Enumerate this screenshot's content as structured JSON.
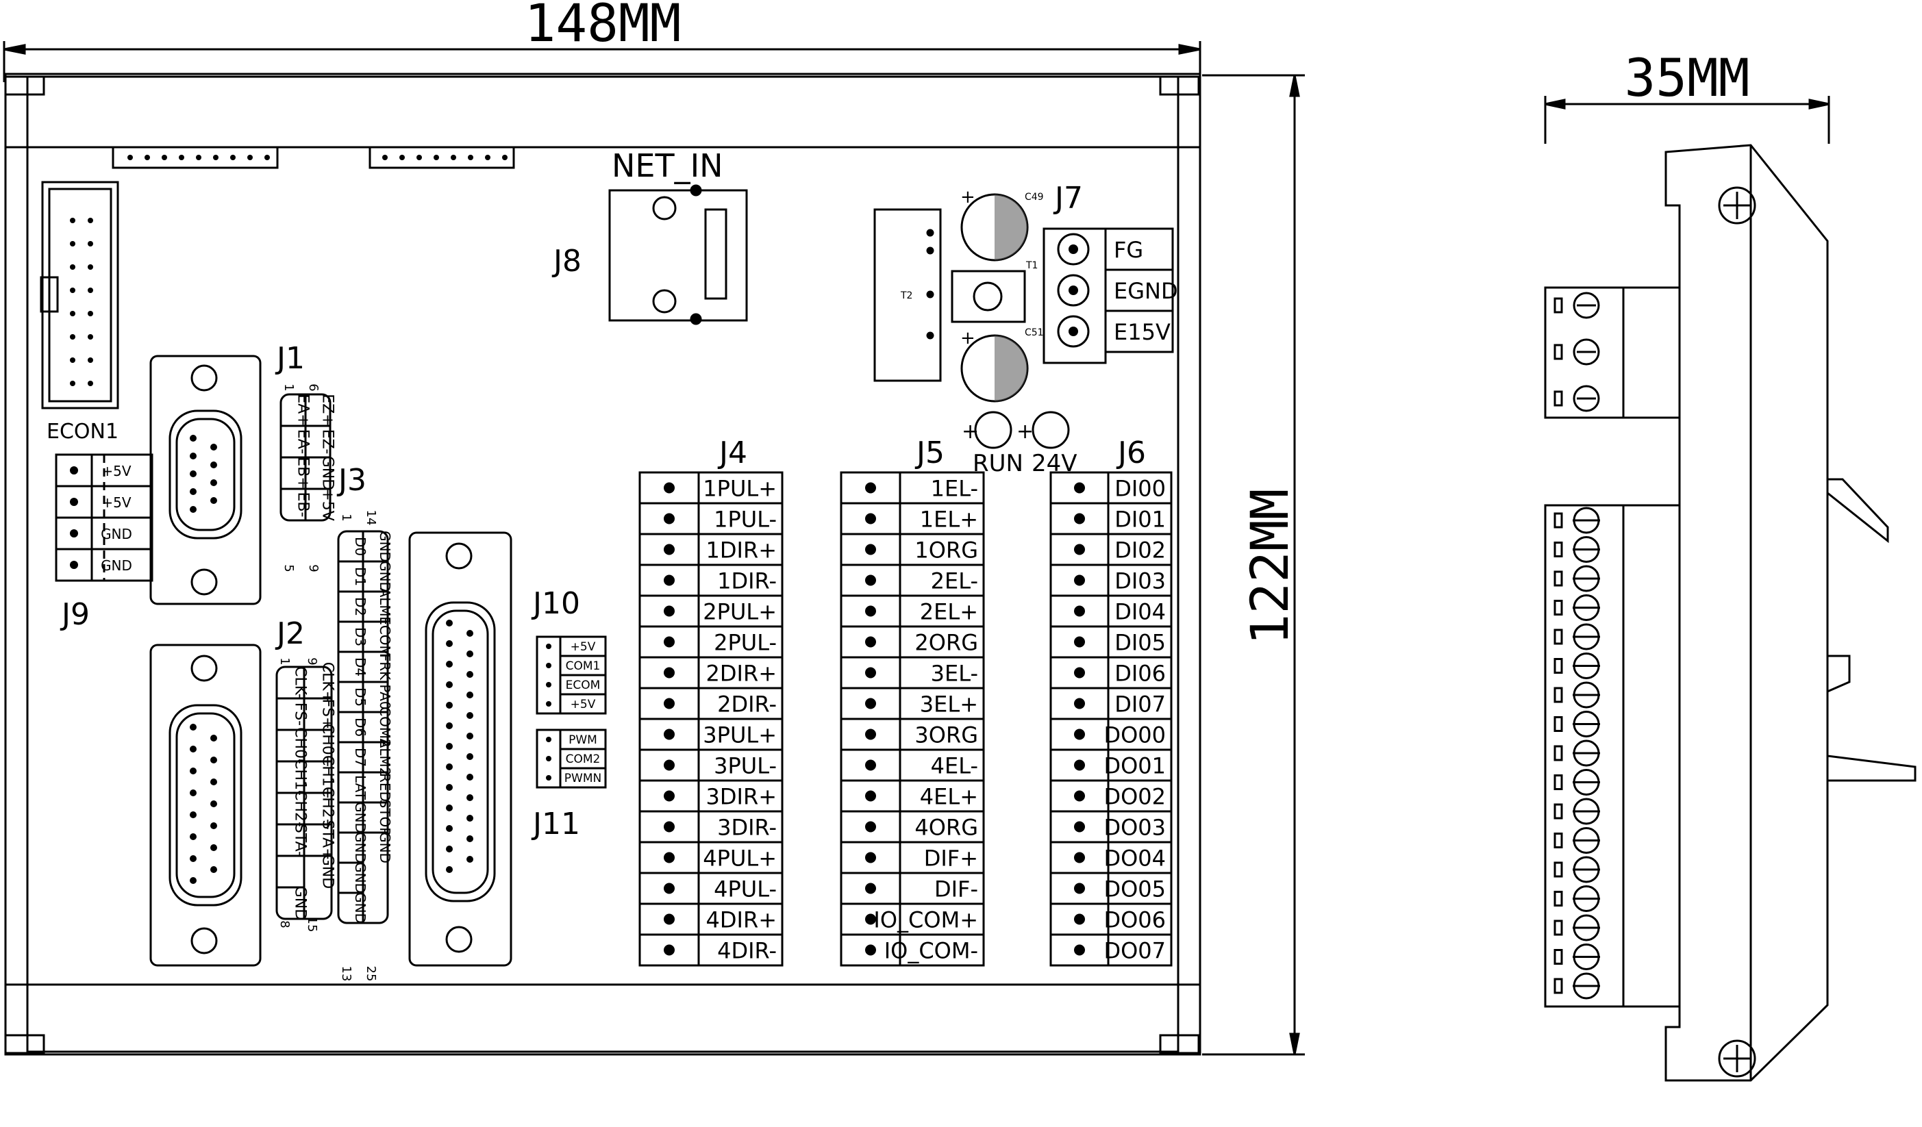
{
  "dimensions": {
    "width": "148MM",
    "height": "122MM",
    "depth": "35MM"
  },
  "headers": [
    {
      "id": "ECON1",
      "label": "ECON1"
    },
    {
      "id": "J8",
      "label": "J8",
      "sublabel": "NET_IN"
    }
  ],
  "j9": {
    "label": "J9",
    "pins": [
      "+5V",
      "+5V",
      "GND",
      "GND"
    ]
  },
  "j1": {
    "label": "J1",
    "top_numbers": [
      "1",
      "6"
    ],
    "bottom_numbers": [
      "5",
      "9"
    ],
    "columns": [
      [
        "EA+",
        "EA-",
        "EB+",
        "EB-"
      ],
      [
        "EZ+",
        "EZ-",
        "GND",
        "+5V"
      ]
    ]
  },
  "j2": {
    "label": "J2",
    "top_numbers": [
      "1",
      "9"
    ],
    "bottom_numbers": [
      "8",
      "15"
    ],
    "columns": [
      [
        "CLK-",
        "FS-",
        "CH0-",
        "CH1-",
        "CH2-",
        "STA-",
        "",
        "GND"
      ],
      [
        "CLK+",
        "FS+",
        "CH0+",
        "CH1+",
        "CH2+",
        "STA+",
        "GND"
      ]
    ]
  },
  "j3": {
    "label": "J3",
    "top_numbers": [
      "1",
      "14"
    ],
    "bottom_numbers": [
      "13",
      "25"
    ],
    "columns": [
      [
        "D0",
        "D1",
        "D2",
        "D3",
        "D4",
        "D5",
        "D6",
        "D7",
        "LAT",
        "GND",
        "GND",
        "GND",
        "GND"
      ],
      [
        "GND",
        "GND",
        "ALM1",
        "ECOM",
        "FRK",
        "PA0",
        "COM2",
        "ALM2",
        "RED",
        "STOP",
        "GND"
      ]
    ]
  },
  "j10": {
    "label": "J10",
    "pins": [
      "+5V",
      "COM1",
      "ECOM",
      "+5V"
    ]
  },
  "j11": {
    "label": "J11",
    "pins": [
      "PWM",
      "COM2",
      "PWMN"
    ]
  },
  "j7": {
    "label": "J7",
    "pins": [
      "FG",
      "EGND",
      "E15V"
    ],
    "parts": [
      "C49",
      "C51",
      "T1",
      "T2"
    ]
  },
  "leds": [
    "RUN",
    "24V"
  ],
  "j4": {
    "label": "J4",
    "pins": [
      "1PUL+",
      "1PUL-",
      "1DIR+",
      "1DIR-",
      "2PUL+",
      "2PUL-",
      "2DIR+",
      "2DIR-",
      "3PUL+",
      "3PUL-",
      "3DIR+",
      "3DIR-",
      "4PUL+",
      "4PUL-",
      "4DIR+",
      "4DIR-"
    ]
  },
  "j5": {
    "label": "J5",
    "pins": [
      "1EL-",
      "1EL+",
      "1ORG",
      "2EL-",
      "2EL+",
      "2ORG",
      "3EL-",
      "3EL+",
      "3ORG",
      "4EL-",
      "4EL+",
      "4ORG",
      "DIF+",
      "DIF-",
      "IO_COM+",
      "IO_COM-"
    ]
  },
  "j6": {
    "label": "J6",
    "pins": [
      "DI00",
      "DI01",
      "DI02",
      "DI03",
      "DI04",
      "DI05",
      "DI06",
      "DI07",
      "DO00",
      "DO01",
      "DO02",
      "DO03",
      "DO04",
      "DO05",
      "DO06",
      "DO07"
    ]
  }
}
